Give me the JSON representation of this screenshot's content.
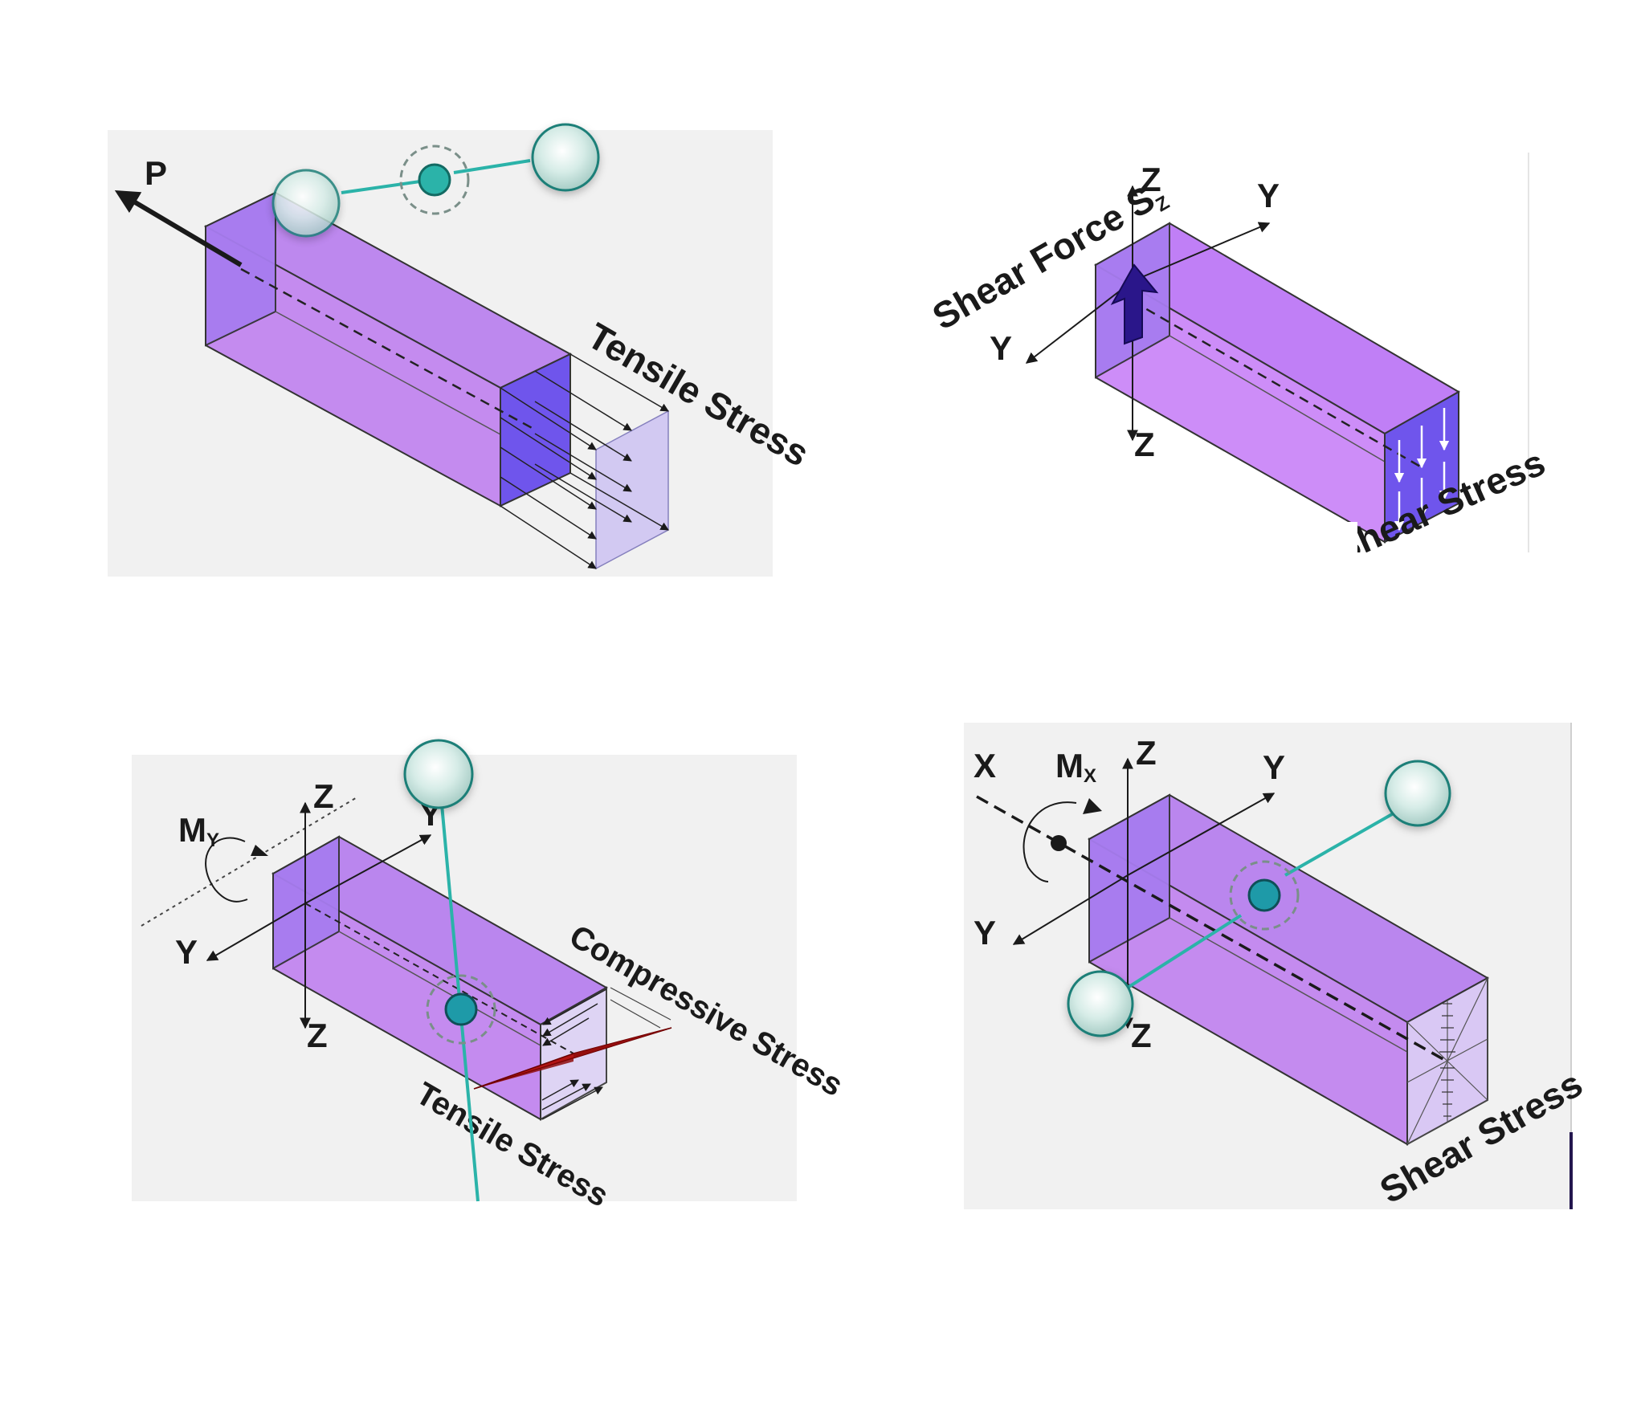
{
  "colors": {
    "panel_bg": "#f1f1f1",
    "beam_side": "#c48bef",
    "beam_top": "#ba86ee",
    "beam_end": "#a67cf0",
    "section_face": "#6f55ec",
    "stress_plane": "#cfc5f3",
    "red_plane": "#b21414",
    "handle_teal": "#2bb3a9",
    "handle_light": "#d8efea"
  },
  "panels": {
    "axial": {
      "force_label": "P",
      "stress_label": "Tensile Stress"
    },
    "shear": {
      "axis_z_top": "Z",
      "axis_z_bottom": "Z",
      "axis_y_right": "Y",
      "axis_y_left": "Y",
      "force_label": "Shear Force S",
      "force_subscript": "Z",
      "stress_label": "Shear Stress"
    },
    "bending": {
      "axis_z_top": "Z",
      "axis_z_bottom": "Z",
      "axis_y_right": "Y",
      "axis_y_left": "Y",
      "moment_label": "M",
      "moment_subscript": "Y",
      "compressive_label": "Compressive Stress",
      "tensile_label": "Tensile Stress"
    },
    "torsion": {
      "axis_x": "X",
      "axis_z_top": "Z",
      "axis_z_bottom": "Z",
      "axis_y_right": "Y",
      "axis_y_left": "Y",
      "moment_label": "M",
      "moment_subscript": "X",
      "stress_label": "Shear Stress"
    }
  }
}
